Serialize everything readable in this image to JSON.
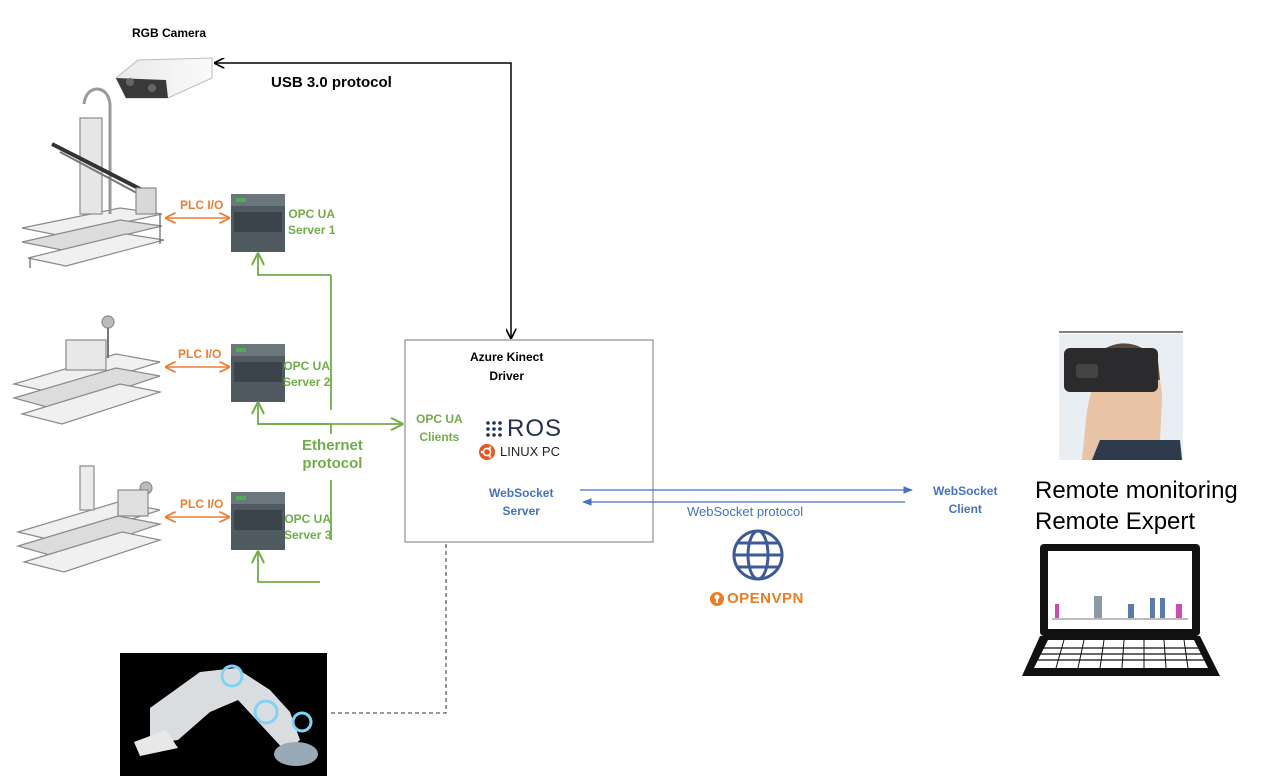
{
  "camera": {
    "title": "RGB Camera",
    "link_label": "USB 3.0 protocol"
  },
  "plc_links": [
    {
      "label": "PLC I/O",
      "server": [
        "OPC UA",
        "Server 1"
      ]
    },
    {
      "label": "PLC I/O",
      "server": [
        "OPC UA",
        "Server 2"
      ]
    },
    {
      "label": "PLC I/O",
      "server": [
        "OPC UA",
        "Server 3"
      ]
    }
  ],
  "ethernet": [
    "Ethernet",
    "protocol"
  ],
  "pc": {
    "title": [
      "Azure Kinect",
      "Driver"
    ],
    "clients": [
      "OPC UA",
      "Clients"
    ],
    "ros": "ROS",
    "linux": "LINUX PC",
    "ws_server": [
      "WebSocket",
      "Server"
    ]
  },
  "websocket": {
    "protocol": "WebSocket protocol",
    "client": [
      "WebSocket",
      "Client"
    ]
  },
  "vpn": "OPENVPN",
  "remote": [
    "Remote monitoring",
    "Remote Expert"
  ],
  "colors": {
    "plc_io": "#ed7d31",
    "ethernet": "#70ad47",
    "websocket": "#4472c4",
    "box": "#a6a6a6"
  }
}
